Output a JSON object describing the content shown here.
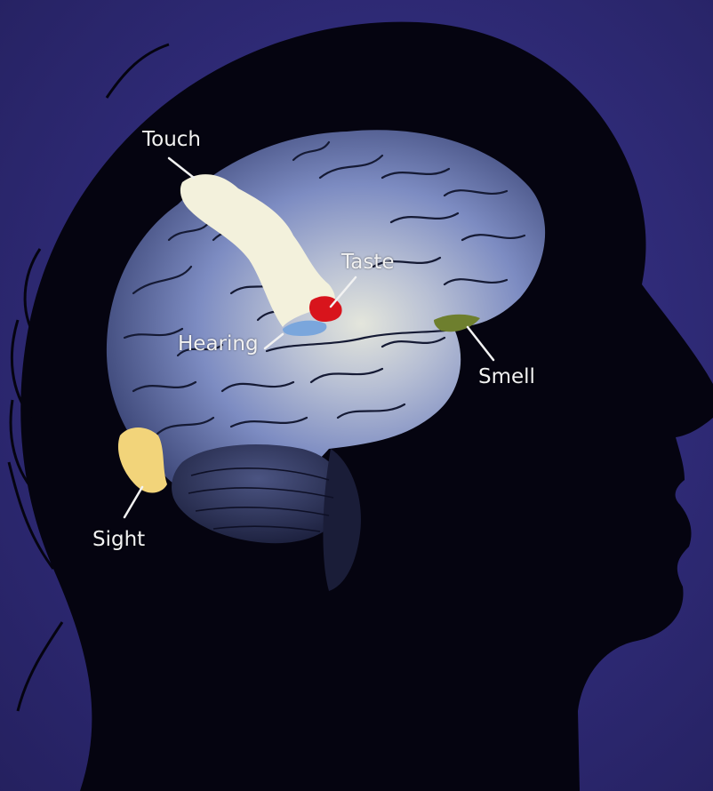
{
  "colors": {
    "background": "#2f2a78",
    "silhouette": "#050410",
    "brain": "#6f7fb8",
    "brain_highlight": "#dfe3df",
    "touch": "#f3f1dc",
    "taste": "#d8141c",
    "hearing": "#7aa6dc",
    "smell": "#6e7f2e",
    "sight": "#f2d47a",
    "label_text": "#f2f2f2"
  },
  "labels": {
    "touch": "Touch",
    "taste": "Taste",
    "hearing": "Hearing",
    "smell": "Smell",
    "sight": "Sight"
  }
}
